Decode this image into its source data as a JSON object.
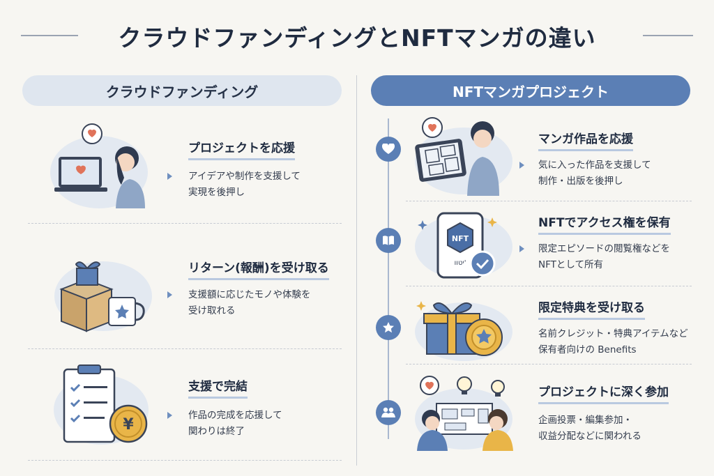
{
  "title": "クラウドファンディングとNFTマンガの違い",
  "left": {
    "header": "クラウドファンディング",
    "items": [
      {
        "heading": "プロジェクトを応援",
        "desc1": "アイデアや制作を支援して",
        "desc2": "実現を後押し",
        "icon": "laptop-heart-illustration"
      },
      {
        "heading": "リターン(報酬)を受け取る",
        "desc1": "支援額に応じたモノや体験を",
        "desc2": "受け取れる",
        "icon": "gift-box-mug-illustration"
      },
      {
        "heading": "支援で完結",
        "desc1": "作品の完成を応援して",
        "desc2": "関わりは終了",
        "icon": "checklist-yen-coin-illustration"
      }
    ]
  },
  "right": {
    "header": "NFTマンガプロジェクト",
    "items": [
      {
        "heading": "マンガ作品を応援",
        "desc1": "気に入った作品を支援して",
        "desc2": "制作・出版を後押し",
        "icon": "tablet-manga-illustration",
        "node_icon": "heart-icon"
      },
      {
        "heading": "NFTでアクセス権を保有",
        "desc1": "限定エピソードの閲覧権などを",
        "desc2": "NFTとして所有",
        "icon": "phone-nft-illustration",
        "node_icon": "book-icon",
        "nft_badge": "NFT",
        "phone_text": "יטוו'"
      },
      {
        "heading": "限定特典を受け取る",
        "desc1": "名前クレジット・特典アイテムなど",
        "desc2": "保有者向けの Benefits",
        "icon": "gift-medal-illustration",
        "node_icon": "star-icon"
      },
      {
        "heading": "プロジェクトに深く参加",
        "desc1": "企画投票・編集参加・",
        "desc2": "収益分配などに関われる",
        "icon": "people-board-illustration",
        "node_icon": "people-icon"
      }
    ]
  },
  "colors": {
    "accent": "#5b7fb5",
    "accent_light": "#dfe6ef",
    "text": "#1f2b40",
    "coin": "#e9b548",
    "heart": "#e0735a"
  }
}
